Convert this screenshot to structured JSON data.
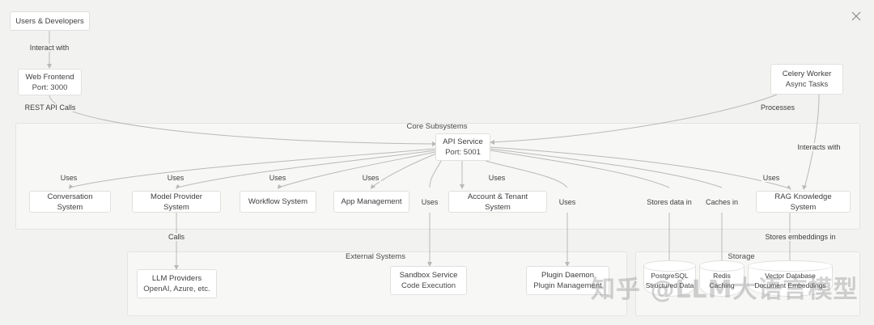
{
  "close_icon": "close-icon",
  "watermark": "知乎 @LLM大语言模型",
  "groups": [
    {
      "label": "Core Subsystems"
    },
    {
      "label": "External Systems"
    },
    {
      "label": "Storage"
    }
  ],
  "nodes": {
    "users": {
      "line1": "Users & Developers",
      "line2": ""
    },
    "web_frontend": {
      "line1": "Web Frontend",
      "line2": "Port: 3000"
    },
    "celery_worker": {
      "line1": "Celery Worker",
      "line2": "Async Tasks"
    },
    "api_service": {
      "line1": "API Service",
      "line2": "Port: 5001"
    },
    "conversation": {
      "line1": "Conversation System",
      "line2": ""
    },
    "model_provider": {
      "line1": "Model Provider System",
      "line2": ""
    },
    "workflow": {
      "line1": "Workflow System",
      "line2": ""
    },
    "app_management": {
      "line1": "App Management",
      "line2": ""
    },
    "account_tenant": {
      "line1": "Account & Tenant System",
      "line2": ""
    },
    "rag": {
      "line1": "RAG Knowledge System",
      "line2": ""
    },
    "llm_providers": {
      "line1": "LLM Providers",
      "line2": "OpenAI, Azure, etc."
    },
    "sandbox": {
      "line1": "Sandbox Service",
      "line2": "Code Execution"
    },
    "plugin_daemon": {
      "line1": "Plugin Daemon",
      "line2": "Plugin Management"
    },
    "postgres": {
      "line1": "PostgreSQL",
      "line2": "Structured Data"
    },
    "redis": {
      "line1": "Redis",
      "line2": "Caching"
    },
    "vector_db": {
      "line1": "Vector Database",
      "line2": "Document Embeddings"
    }
  },
  "edge_labels": {
    "interact_with": "Interact with",
    "rest_api_calls": "REST API Calls",
    "processes": "Processes",
    "interacts_with": "Interacts with",
    "uses_conversation": "Uses",
    "uses_model_provider": "Uses",
    "uses_workflow": "Uses",
    "uses_app_management": "Uses",
    "uses_account_tenant": "Uses",
    "uses_sandbox": "Uses",
    "uses_plugin": "Uses",
    "uses_rag": "Uses",
    "stores_data_in": "Stores data in",
    "caches_in": "Caches in",
    "calls": "Calls",
    "stores_embeddings_in": "Stores embeddings in"
  },
  "colors": {
    "background": "#f2f2f0",
    "group_fill": "#f7f7f6",
    "node_fill": "#ffffff",
    "node_border": "#e0e0de",
    "edge": "#b9b9b7",
    "text": "#3d3d3d"
  }
}
